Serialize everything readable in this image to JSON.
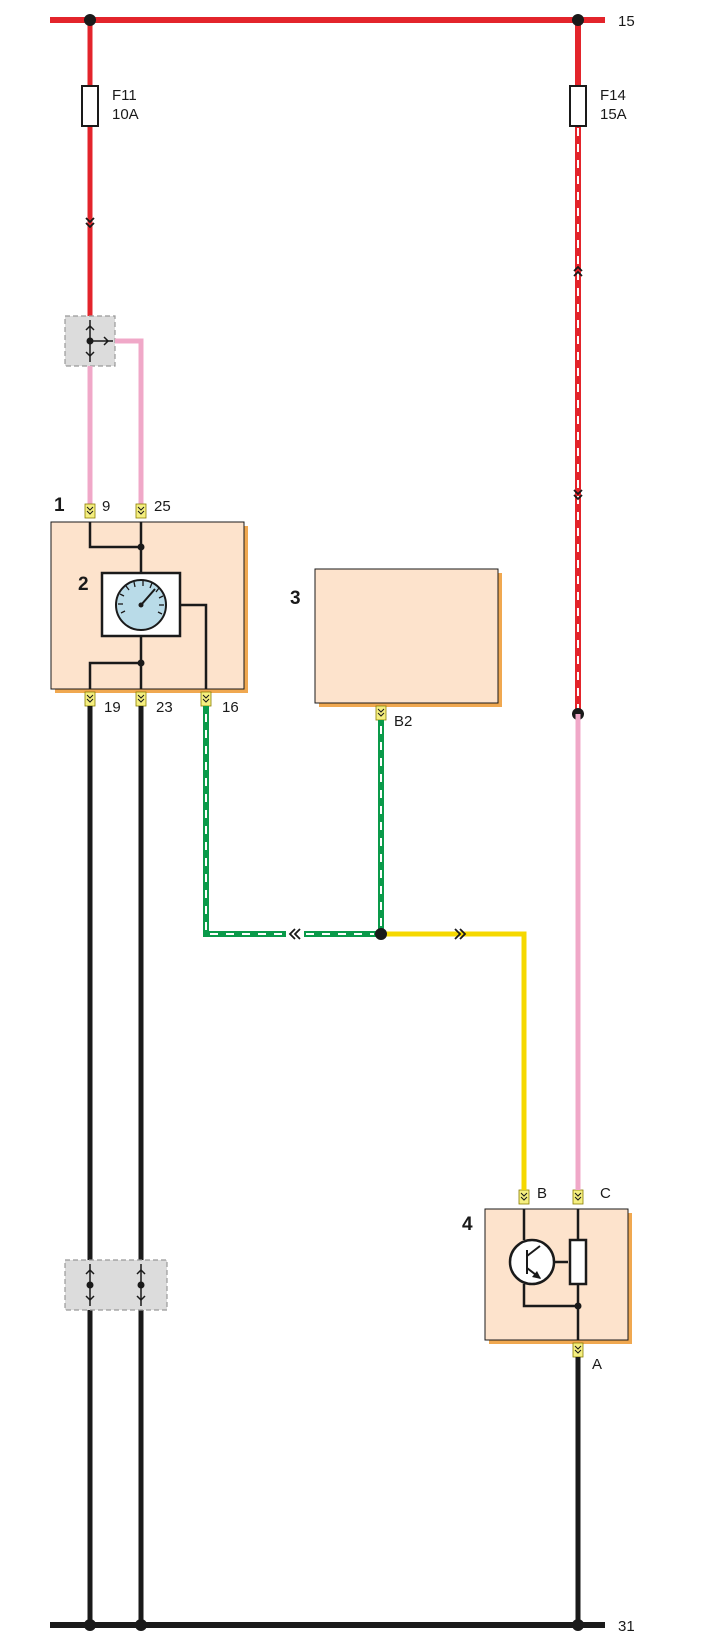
{
  "rails": {
    "top": "15",
    "bottom": "31"
  },
  "fuses": [
    {
      "name": "F11",
      "rating": "10A"
    },
    {
      "name": "F14",
      "rating": "15A"
    }
  ],
  "components": {
    "c1": "1",
    "c2": "2",
    "c3": "3",
    "c4": "4"
  },
  "pins": {
    "p9": "9",
    "p25": "25",
    "p19": "19",
    "p23": "23",
    "p16": "16",
    "pB2": "B2",
    "pB": "B",
    "pC": "C",
    "pA": "A"
  },
  "colors": {
    "red": "#e3242b",
    "pink": "#f0a8c8",
    "black": "#1a1a1a",
    "green": "#0a9a4a",
    "yellow": "#f5d800",
    "component_fill": "#fde3cc",
    "component_shadow": "#f0a850",
    "pin": "#f5ef80",
    "connector": "#dcdcdc"
  }
}
